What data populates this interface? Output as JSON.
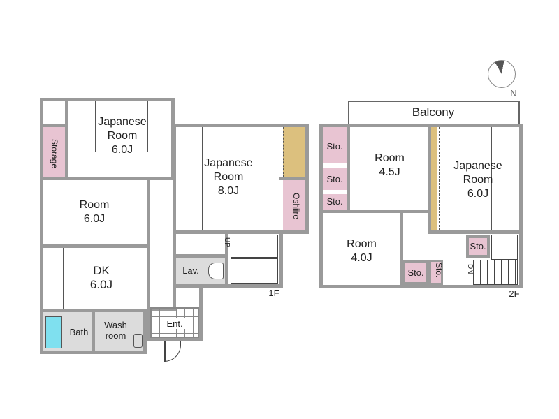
{
  "floor1": {
    "label": "1F",
    "rooms": {
      "japanese_6": "Japanese\nRoom\n6.0J",
      "storage": "Storage",
      "japanese_8": "Japanese\nRoom\n8.0J",
      "oshiire": "Oshiire",
      "room_6": "Room\n6.0J",
      "dk": "DK\n6.0J",
      "bath": "Bath",
      "wash": "Wash\nroom",
      "lav": "Lav.",
      "ent": "Ent.",
      "up": "UP"
    }
  },
  "floor2": {
    "label": "2F",
    "rooms": {
      "balcony": "Balcony",
      "room_45": "Room\n4.5J",
      "japanese_6": "Japanese\nRoom\n6.0J",
      "room_4": "Room\n4.0J",
      "sto": "Sto.",
      "dn": "DN"
    }
  },
  "compass": {
    "label": "N"
  },
  "colors": {
    "wall": "#9a9a9a",
    "storage": "#e8c4d2",
    "closet": "#dcc07e",
    "bathtub": "#7fe0ef"
  }
}
